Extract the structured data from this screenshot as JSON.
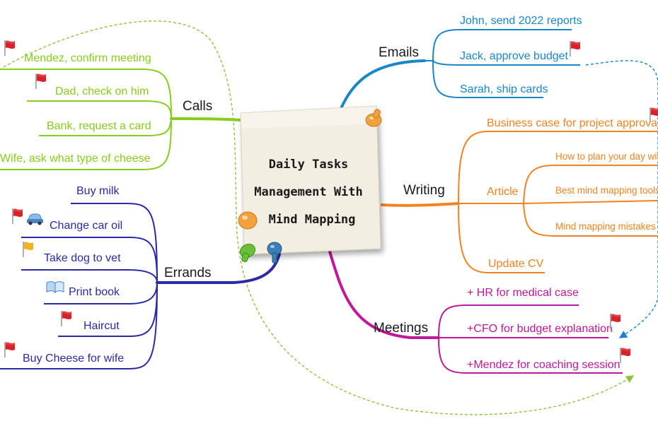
{
  "center": {
    "title_lines": [
      "Daily Tasks",
      "Management With",
      "Mind Mapping"
    ]
  },
  "branches": {
    "emails": {
      "label": "Emails",
      "color": "#1a86c8",
      "items": [
        "John, send 2022 reports",
        "Jack, approve budget",
        "Sarah, ship cards"
      ]
    },
    "writing": {
      "label": "Writing",
      "color": "#f5821f",
      "items": {
        "business_case": "Business case for project approval",
        "article": "Article",
        "article_sub": [
          "How to plan your day with m",
          "Best mind mapping tools",
          "Mind mapping mistakes to a"
        ],
        "update_cv": "Update CV"
      }
    },
    "meetings": {
      "label": "Meetings",
      "color": "#c0189a",
      "items": [
        "+ HR for medical case",
        "+CFO for budget explanation",
        "+Mendez for coaching session"
      ]
    },
    "calls": {
      "label": "Calls",
      "color": "#86cd1c",
      "items": [
        "Mendez, confirm meeting",
        "Dad, check on him",
        "Bank, request a card",
        "Wife, ask what type of cheese"
      ]
    },
    "errands": {
      "label": "Errands",
      "color": "#2a2aa6",
      "items": [
        "Buy milk",
        "Change car oil",
        "Take dog to vet",
        "Print book",
        "Haircut",
        "Buy Cheese for wife"
      ]
    }
  },
  "colors": {
    "note_paper": "#f3eee2",
    "flag_red": "#d8222a",
    "flag_yellow": "#f2b21c",
    "pin_orange": "#f2a23c",
    "pin_green": "#6cbf3a",
    "pin_blue": "#3a7fb5",
    "dashed_green": "#8ac43c",
    "dashed_blue": "#1f7fd0"
  },
  "icons": [
    "flag-icon",
    "car-icon",
    "book-icon",
    "pushpin-icon"
  ]
}
